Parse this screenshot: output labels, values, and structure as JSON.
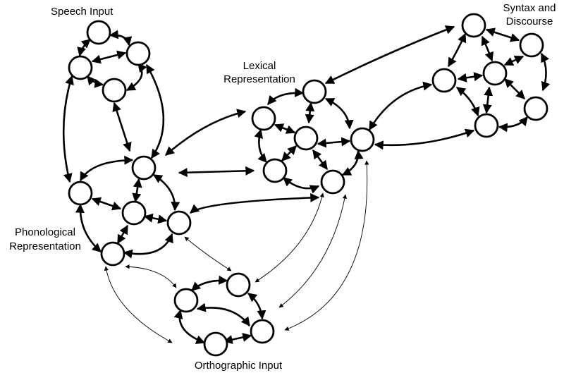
{
  "diagram": {
    "labels": {
      "speech_input": "Speech Input",
      "lexical_line1": "Lexical",
      "lexical_line2": "Representation",
      "syntax_line1": "Syntax and",
      "syntax_line2": "Discourse",
      "phonological_line1": "Phonological",
      "phonological_line2": "Representation",
      "orthographic_input": "Orthographic Input"
    },
    "node_groups": [
      {
        "group": "speech-input",
        "count": 4
      },
      {
        "group": "phonological-representation",
        "count": 5
      },
      {
        "group": "lexical-representation",
        "count": 6
      },
      {
        "group": "syntax-and-discourse",
        "count": 6
      },
      {
        "group": "orthographic-input",
        "count": 4
      }
    ],
    "connection_styles": [
      "thick bidirectional arrow",
      "thin bidirectional arrow"
    ],
    "colors": {
      "stroke": "#000000",
      "node_fill": "#ffffff",
      "background": "#ffffff"
    }
  }
}
